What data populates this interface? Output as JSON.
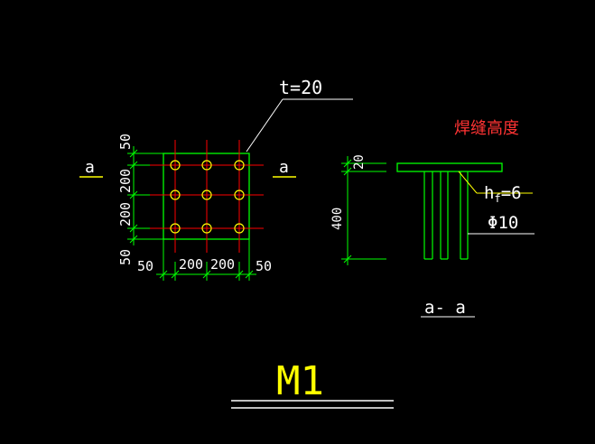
{
  "colors": {
    "background": "#000000",
    "plate": "#00ff00",
    "centerline": "#ff0000",
    "bolt": "#ffff00",
    "text": "#ffffff",
    "title": "#ffff00",
    "annotation": "#ff3333"
  },
  "plan": {
    "thickness_label": "t=20",
    "section_mark_left": "a",
    "section_mark_right": "a",
    "dims_vertical": [
      "50",
      "200",
      "200",
      "50"
    ],
    "dims_horizontal": [
      "50",
      "200",
      "200",
      "50"
    ]
  },
  "section": {
    "weld_note": "焊缝高度",
    "top_dim": "20",
    "height_dim": "400",
    "weld_label_base": "h",
    "weld_label_sub": "f",
    "weld_label_value": "=6",
    "rod_label": "Φ10",
    "section_title": "a- a"
  },
  "title": {
    "text": "M1"
  }
}
